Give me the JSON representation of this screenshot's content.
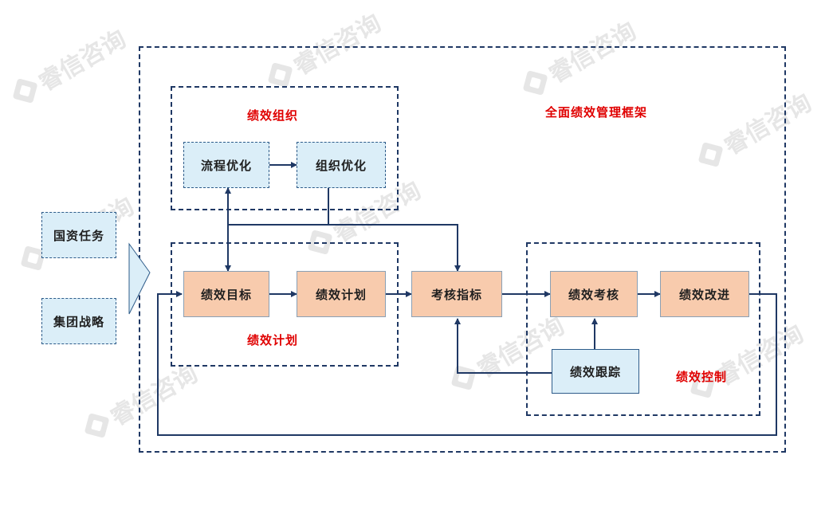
{
  "watermark": "睿信咨询",
  "framework_title": "全面绩效管理框架",
  "groups": {
    "org": "绩效组织",
    "plan": "绩效计划",
    "control": "绩效控制"
  },
  "inputs": {
    "task": "国资任务",
    "strategy": "集团战略"
  },
  "nodes": {
    "process_opt": "流程优化",
    "org_opt": "组织优化",
    "target": "绩效目标",
    "plan": "绩效计划",
    "indicator": "考核指标",
    "assessment": "绩效考核",
    "improvement": "绩效改进",
    "tracking": "绩效跟踪"
  },
  "colors": {
    "line": "#1f3864",
    "peach": "#f8cbad",
    "light_blue": "#dbeef8",
    "red": "#e00000"
  }
}
